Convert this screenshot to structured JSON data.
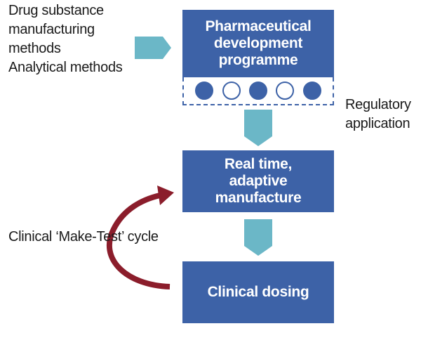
{
  "inputs": {
    "line1": "Drug substance",
    "line2": "manufacturing",
    "line3": "methods",
    "line4": "Analytical methods"
  },
  "boxes": {
    "development": {
      "line1": "Pharmaceutical",
      "line2": "development",
      "line3": "programme"
    },
    "manufacture": {
      "line1": "Real time,",
      "line2": "adaptive",
      "line3": "manufacture"
    },
    "dosing": {
      "line1": "Clinical dosing"
    }
  },
  "stages": [
    "filled",
    "empty",
    "filled",
    "empty",
    "filled"
  ],
  "regulatory": {
    "line1": "Regulatory",
    "line2": "application"
  },
  "cycle_label": "Clinical ‘Make-Test’ cycle",
  "colors": {
    "box": "#3d62a7",
    "arrow": "#6bb7c7",
    "cycle_arrow": "#8b1d2b"
  }
}
